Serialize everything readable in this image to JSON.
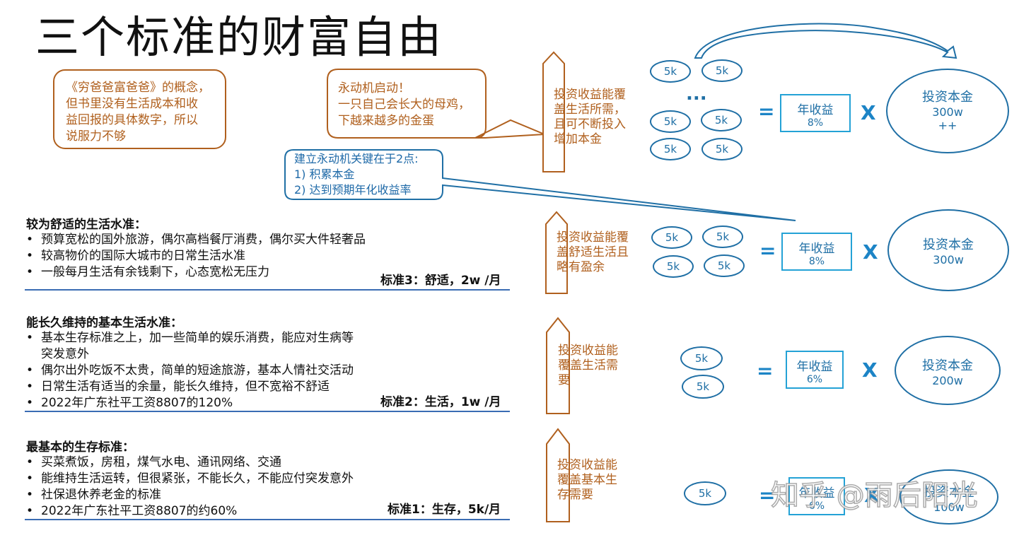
{
  "title": "三个标准的财富自由",
  "callouts": {
    "rich_dad": "《穷爸爸富爸爸》的概念，\n但书里没有生活成本和收\n益回报的具体数字，所以\n说服力不够",
    "perpetual": "永动机启动！\n一只自己会长大的母鸡，\n下越来越多的金蛋",
    "keys": "建立永动机关键在于2点:\n1)   积累本金\n2)   达到预期年化收益率"
  },
  "standards": [
    {
      "heading": "较为舒适的生活水准：",
      "bullets": [
        "预算宽松的国外旅游，偶尔高档餐厅消费，偶尔买大件轻奢品",
        "较高物价的国际大城市的日常生活水准",
        "一般每月生活有余钱剩下，心态宽松无压力"
      ],
      "tag": "标准3：舒适，2w /月"
    },
    {
      "heading": "能长久维持的基本生活水准：",
      "bullets": [
        "基本生存标准之上，加一些简单的娱乐消费，能应对生病等",
        "突发意外",
        "偶尔出外吃饭不太贵，简单的短途旅游，基本人情社交活动",
        "日常生活有适当的余量，能长久维持，但不宽裕不舒适",
        "2022年广东社平工资8807的120%"
      ],
      "tag": "标准2：生活，1w /月"
    },
    {
      "heading": "最基本的生存标准：",
      "bullets": [
        "买菜煮饭，房租，煤气水电、通讯网络、交通",
        "能维持生活运转，但很紧张，不能长久，不能应付突发意外",
        "社保退休养老金的标准",
        "2022年广东社平工资8807的约60%"
      ],
      "tag": "标准1：生存，5k/月"
    }
  ],
  "arrows": [
    "投资收益能覆\n盖生活所需，\n且可不断投入\n增加本金",
    "投资收益能覆\n盖舒适生活且\n略有盈余",
    "投资收益能\n覆盖生活需\n要",
    "投资收益能\n覆盖基本生\n存需要"
  ],
  "formulas": [
    {
      "coin": "5k",
      "dots": "...",
      "eq": "=",
      "box_label": "年收益",
      "rate": "8%",
      "times": "X",
      "oval_label": "投资本金",
      "principal": "300w",
      "extra": "++"
    },
    {
      "coin": "5k",
      "eq": "=",
      "box_label": "年收益",
      "rate": "8%",
      "times": "X",
      "oval_label": "投资本金",
      "principal": "300w"
    },
    {
      "coin": "5k",
      "eq": "=",
      "box_label": "年收益",
      "rate": "6%",
      "times": "X",
      "oval_label": "投资本金",
      "principal": "200w"
    },
    {
      "coin": "5k",
      "eq": "=",
      "box_label": "年收益",
      "rate": "6%",
      "times": "X",
      "oval_label": "投资本金",
      "principal": "100w"
    }
  ],
  "watermark": "知乎 @雨后阳光",
  "colors": {
    "orange": "#b0601e",
    "blue": "#1f6fa5",
    "cyan": "#24a2d6",
    "rule": "#3a6cb3"
  }
}
